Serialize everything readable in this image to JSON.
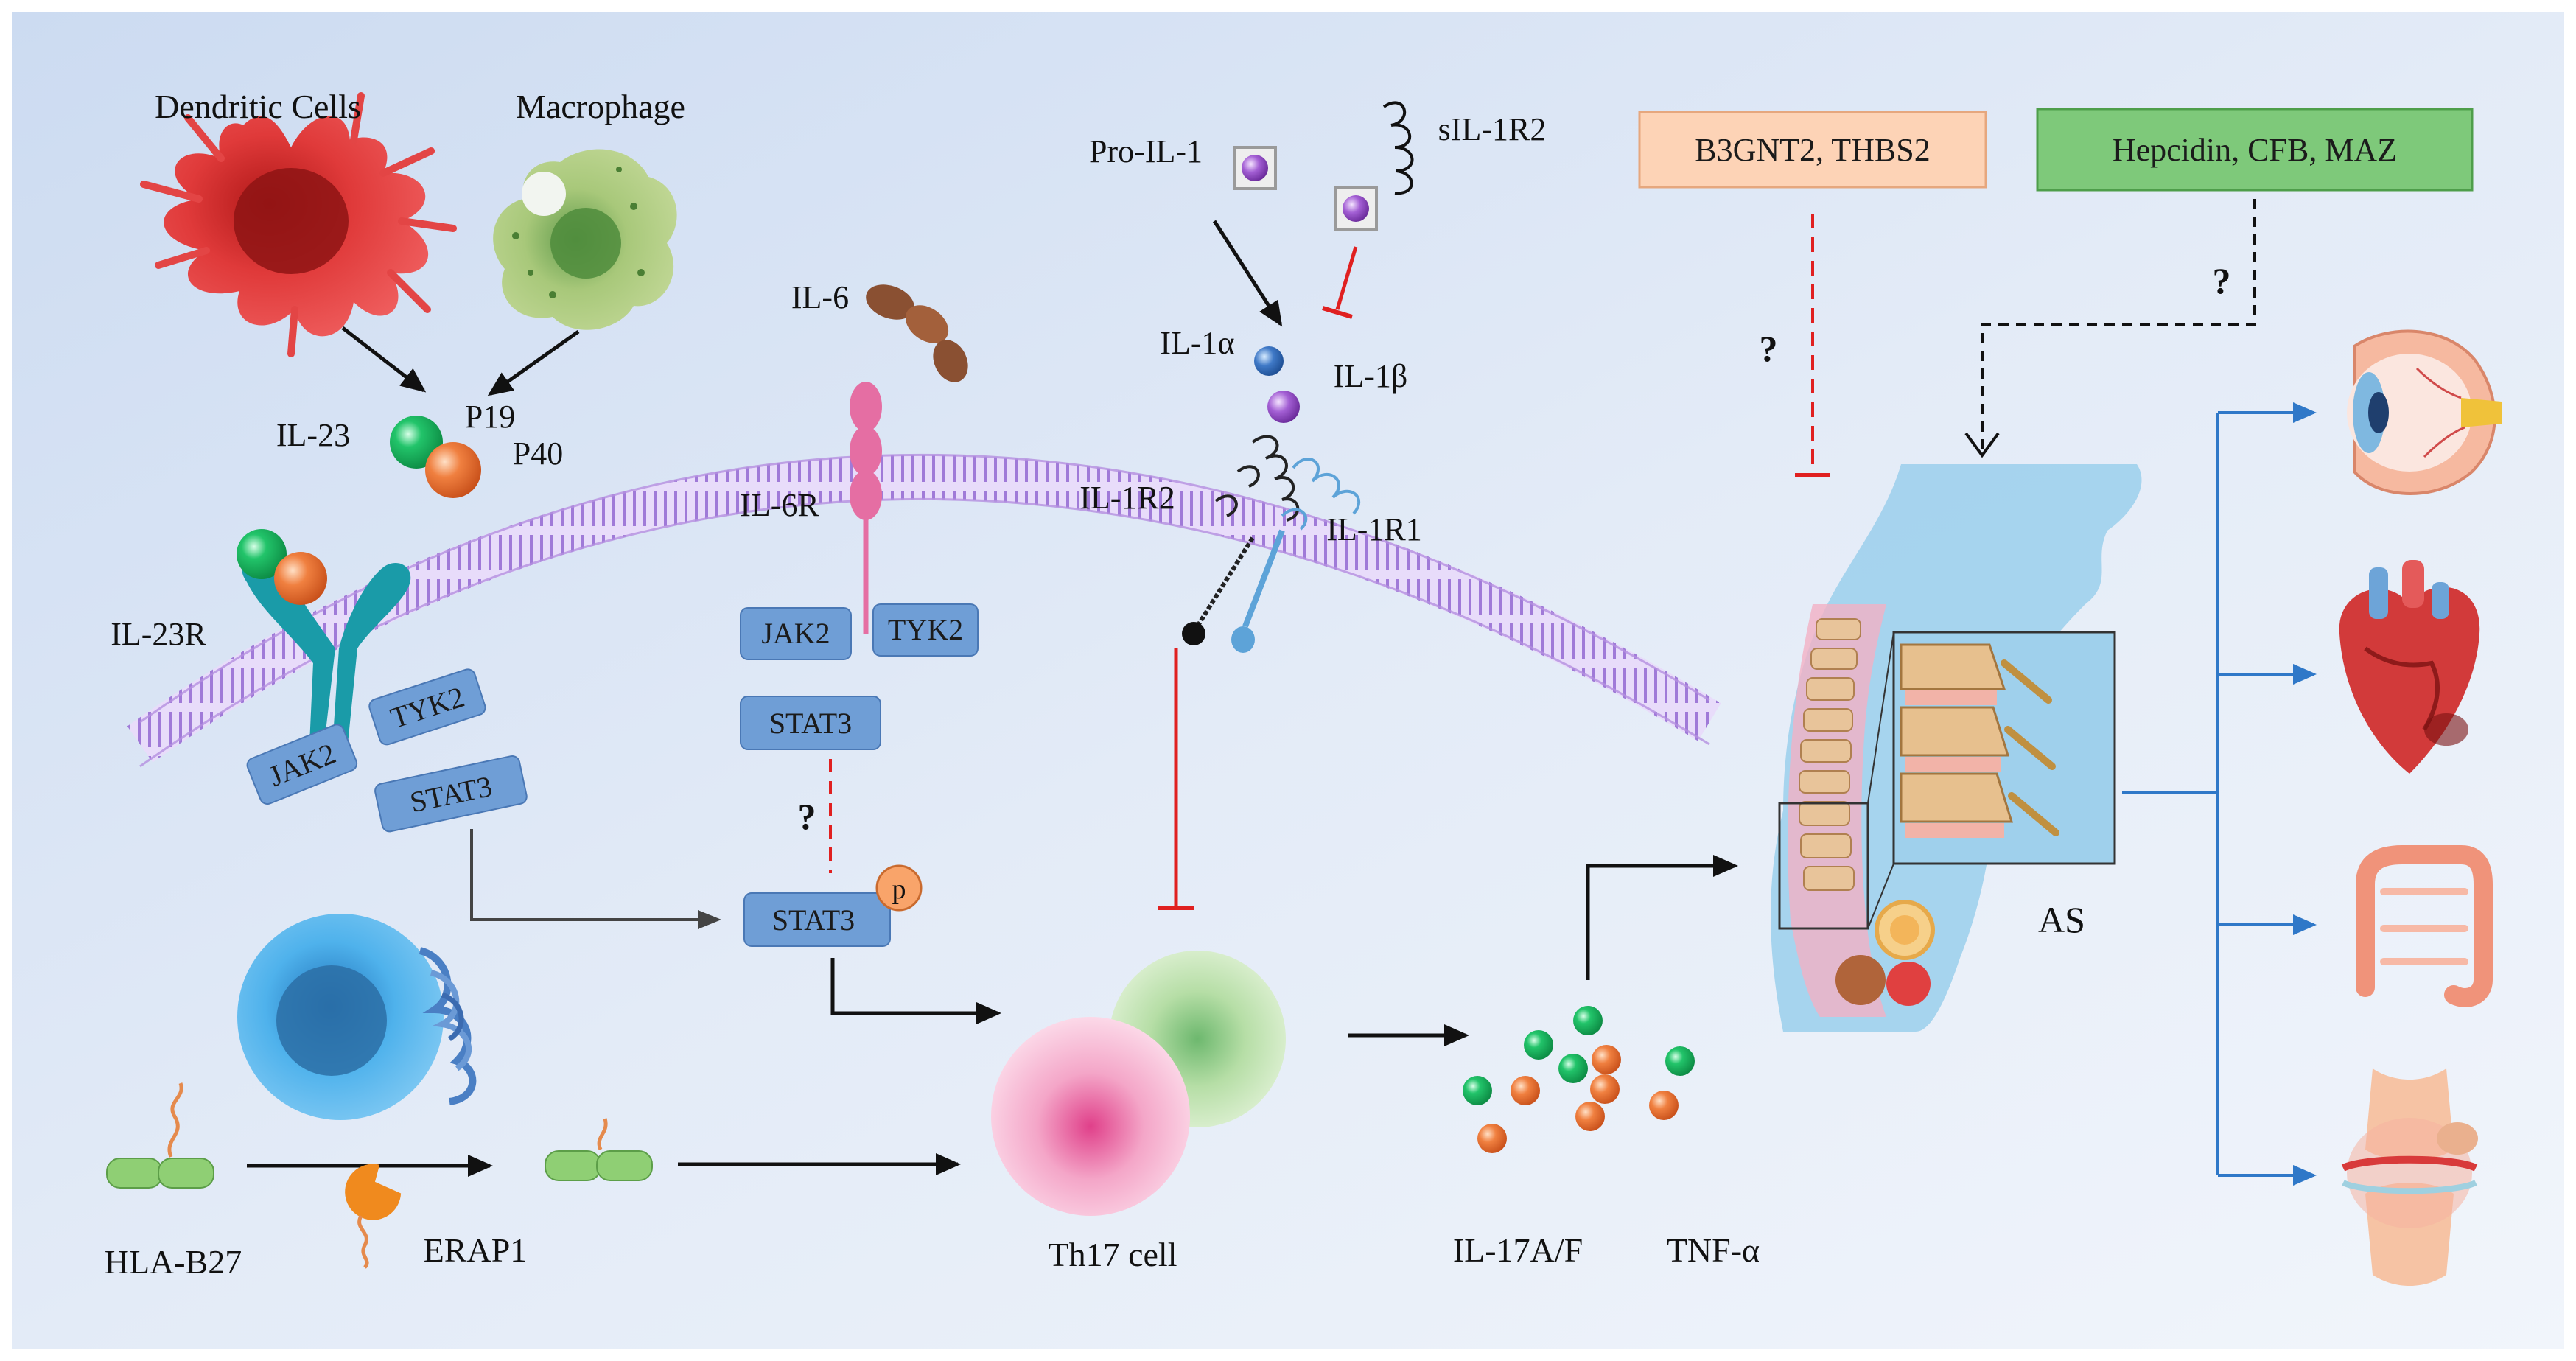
{
  "cells": {
    "dendritic": "Dendritic Cells",
    "macrophage": "Macrophage",
    "th17": "Th17 cell"
  },
  "il23": {
    "label": "IL-23",
    "p19": "P19",
    "p40": "P40",
    "receptor": "IL-23R"
  },
  "il6": {
    "label": "IL-6",
    "receptor": "IL-6R"
  },
  "il1": {
    "pro": "Pro-IL-1",
    "soluble_receptor": "sIL-1R2",
    "alpha": "IL-1α",
    "beta": "IL-1β",
    "r2": "IL-1R2",
    "r1": "IL-1R1"
  },
  "signaling": {
    "jak2": "JAK2",
    "tyk2": "TYK2",
    "stat3": "STAT3",
    "phospho": "p",
    "unknown": "?"
  },
  "hla": {
    "hla_b27": "HLA-B27",
    "erap1": "ERAP1"
  },
  "cytokines": {
    "il17": "IL-17A/F",
    "tnf": "TNF-α"
  },
  "genes": {
    "b3gnt2": "B3GNT2, THBS2",
    "hepcidin": "Hepcidin, CFB, MAZ"
  },
  "disease": {
    "as": "AS"
  },
  "colors": {
    "background_top": "#d5e2f4",
    "background_bottom": "#eef3fb",
    "box_blue": "#6f9ed6",
    "gene_orange": "#fdd3b6",
    "gene_green": "#7ec97a",
    "inhibit_red": "#e02020",
    "branch_blue": "#2f78c8",
    "membrane_purple": "#b490e0"
  }
}
